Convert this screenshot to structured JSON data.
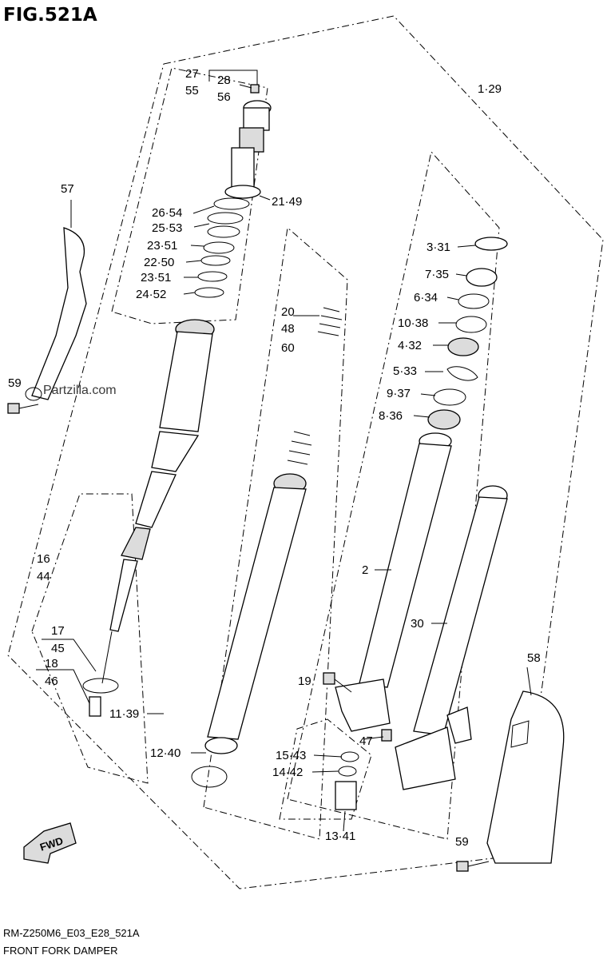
{
  "figure": {
    "title": "FIG.521A",
    "code": "RM-Z250M6_E03_E28_521A",
    "name": "FRONT FORK DAMPER",
    "watermark": "Partzilla.com",
    "direction_badge": "FWD"
  },
  "callouts": {
    "c27": "27",
    "c55": "55",
    "c28": "28",
    "c56": "56",
    "c1_29": "1·29",
    "c21_49": "21·49",
    "c26_54": "26·54",
    "c25_53": "25·53",
    "c23_51a": "23·51",
    "c22_50": "22·50",
    "c23_51b": "23·51",
    "c24_52": "24·52",
    "c57": "57",
    "c59a": "59",
    "c20": "20",
    "c48": "48",
    "c60": "60",
    "c3_31": "3·31",
    "c7_35": "7·35",
    "c6_34": "6·34",
    "c10_38": "10·38",
    "c4_32": "4·32",
    "c5_33": "5·33",
    "c9_37": "9·37",
    "c8_36": "8·36",
    "c2": "2",
    "c16": "16",
    "c44": "44",
    "c30": "30",
    "c17": "17",
    "c45": "45",
    "c18": "18",
    "c46": "46",
    "c58": "58",
    "c19": "19",
    "c11_39": "11·39",
    "c47": "47",
    "c15_43": "15·43",
    "c14_42": "14·42",
    "c12_40": "12·40",
    "c13_41": "13·41",
    "c59b": "59"
  },
  "colors": {
    "line": "#000000",
    "background": "#ffffff",
    "shade": "#dcdcdc"
  }
}
